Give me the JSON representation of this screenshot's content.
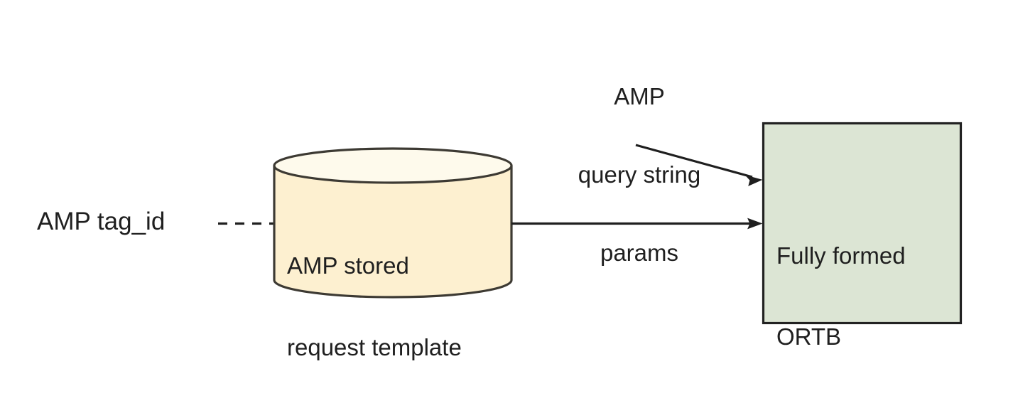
{
  "diagram": {
    "background_color": "#ffffff",
    "text_color": "#1f1f1f",
    "nodes": [
      {
        "id": "amp-tag-id",
        "shape": "text",
        "label": "AMP tag_id"
      },
      {
        "id": "amp-stored-request-template",
        "shape": "cylinder",
        "fill_color": "#fdf0d0",
        "top_fill_color": "#fefaec",
        "stroke_color": "#3d3a33",
        "label_lines": [
          "AMP stored",
          "request template"
        ]
      },
      {
        "id": "fully-formed-ortb",
        "shape": "rectangle",
        "fill_color": "#dce5d4",
        "stroke_color": "#222222",
        "label_lines": [
          "Fully formed",
          "ORTB"
        ]
      }
    ],
    "annotations": [
      {
        "id": "amp-query-string-params",
        "label_lines": [
          "AMP",
          "query string",
          "params"
        ]
      }
    ],
    "connectors": [
      {
        "id": "tagid-to-cylinder",
        "style": "dashed",
        "arrowhead": false,
        "from": "amp-tag-id",
        "to": "amp-stored-request-template"
      },
      {
        "id": "cylinder-to-ortb",
        "style": "solid",
        "arrowhead": true,
        "from": "amp-stored-request-template",
        "to": "fully-formed-ortb"
      },
      {
        "id": "queryparams-to-ortb",
        "style": "solid",
        "arrowhead": true,
        "from": "amp-query-string-params",
        "to": "fully-formed-ortb"
      }
    ]
  }
}
